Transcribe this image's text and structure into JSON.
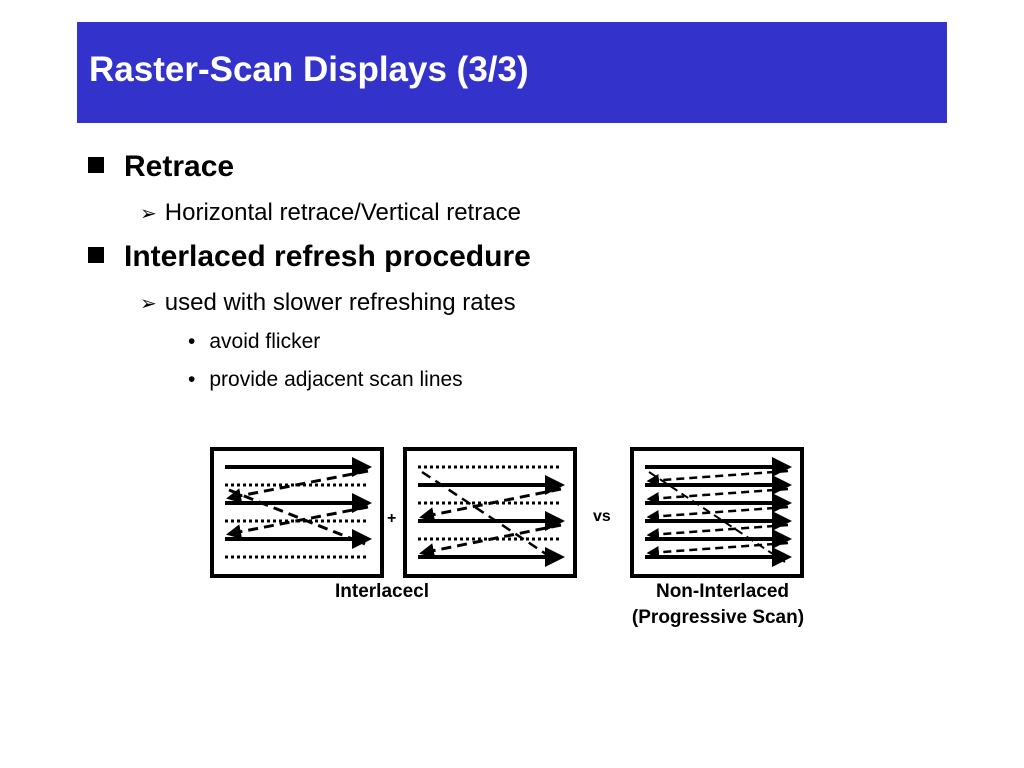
{
  "slide": {
    "title": "Raster-Scan Displays (3/3)"
  },
  "bullets": [
    {
      "text": "Retrace",
      "children": [
        {
          "text": "Horizontal retrace/Vertical retrace",
          "children": []
        }
      ]
    },
    {
      "text": "Interlaced refresh procedure",
      "children": [
        {
          "text": "used with slower refreshing rates",
          "children": [
            "avoid flicker",
            "provide adjacent scan lines"
          ]
        }
      ]
    }
  ],
  "figure": {
    "plus_label": "+",
    "vs_label": "vs",
    "interlaced_label": "Interlacecl",
    "non_interlaced_label_1": "Non-Interlaced",
    "non_interlaced_label_2": "(Progressive Scan)"
  },
  "colors": {
    "title_bar": "#3333cc",
    "title_text": "#ffffff"
  },
  "icons": {
    "level1": "square-bullet-icon",
    "level2": "arrowhead-bullet-icon",
    "level3": "dot-bullet-icon"
  }
}
